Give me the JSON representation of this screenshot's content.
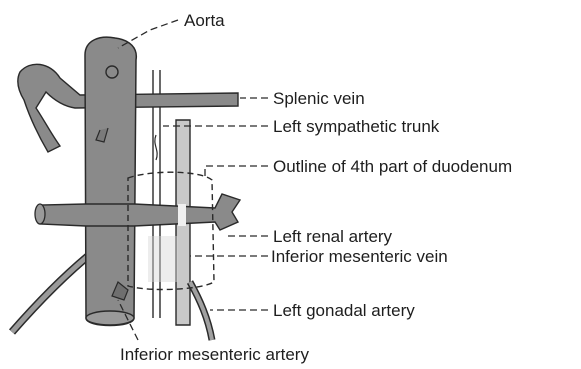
{
  "labels": {
    "aorta": "Aorta",
    "splenic_vein": "Splenic vein",
    "left_sympathetic_trunk": "Left sympathetic trunk",
    "duodenum_outline": "Outline of 4th part of duodenum",
    "left_renal_artery": "Left renal artery",
    "inferior_mesenteric_vein": "Inferior mesenteric vein",
    "left_gonadal_artery": "Left gonadal artery",
    "inferior_mesenteric_artery": "Inferior mesenteric artery"
  },
  "colors": {
    "vessel_fill": "#8a8a8a",
    "vessel_dark": "#5f5f5f",
    "outline": "#2a2a2a",
    "label_text": "#1e1e1e"
  }
}
